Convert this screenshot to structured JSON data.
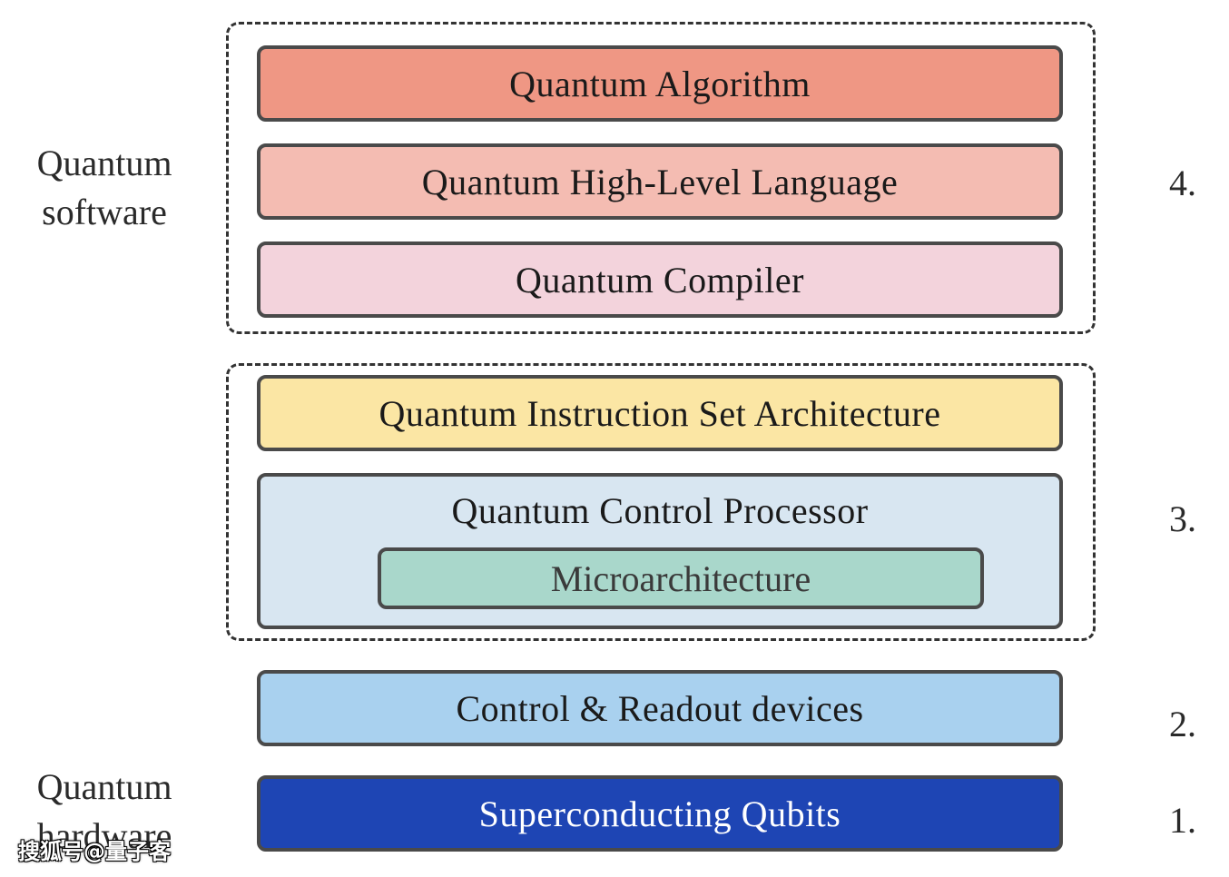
{
  "side_labels": {
    "software": "Quantum software",
    "software_line1": "Quantum",
    "software_line2": "software",
    "hardware_line1": "Quantum",
    "hardware_line2": "hardware"
  },
  "layers": {
    "algorithm": "Quantum Algorithm",
    "high_level_language": "Quantum High-Level Language",
    "compiler": "Quantum Compiler",
    "isa": "Quantum Instruction Set Architecture",
    "control_processor": "Quantum Control Processor",
    "microarchitecture": "Microarchitecture",
    "control_readout": "Control & Readout devices",
    "qubits": "Superconducting Qubits"
  },
  "level_numbers": {
    "level4": "4.",
    "level3": "3.",
    "level2": "2.",
    "level1": "1."
  },
  "colors": {
    "algorithm": "#ef9784",
    "high_level_language": "#f4bcb2",
    "compiler": "#f3d3dc",
    "isa": "#fbe6a4",
    "control_processor": "#d8e6f1",
    "microarchitecture": "#a9d7cb",
    "control_readout": "#a9d1ef",
    "qubits": "#1e45b4"
  },
  "watermark": "搜狐号@量子客"
}
